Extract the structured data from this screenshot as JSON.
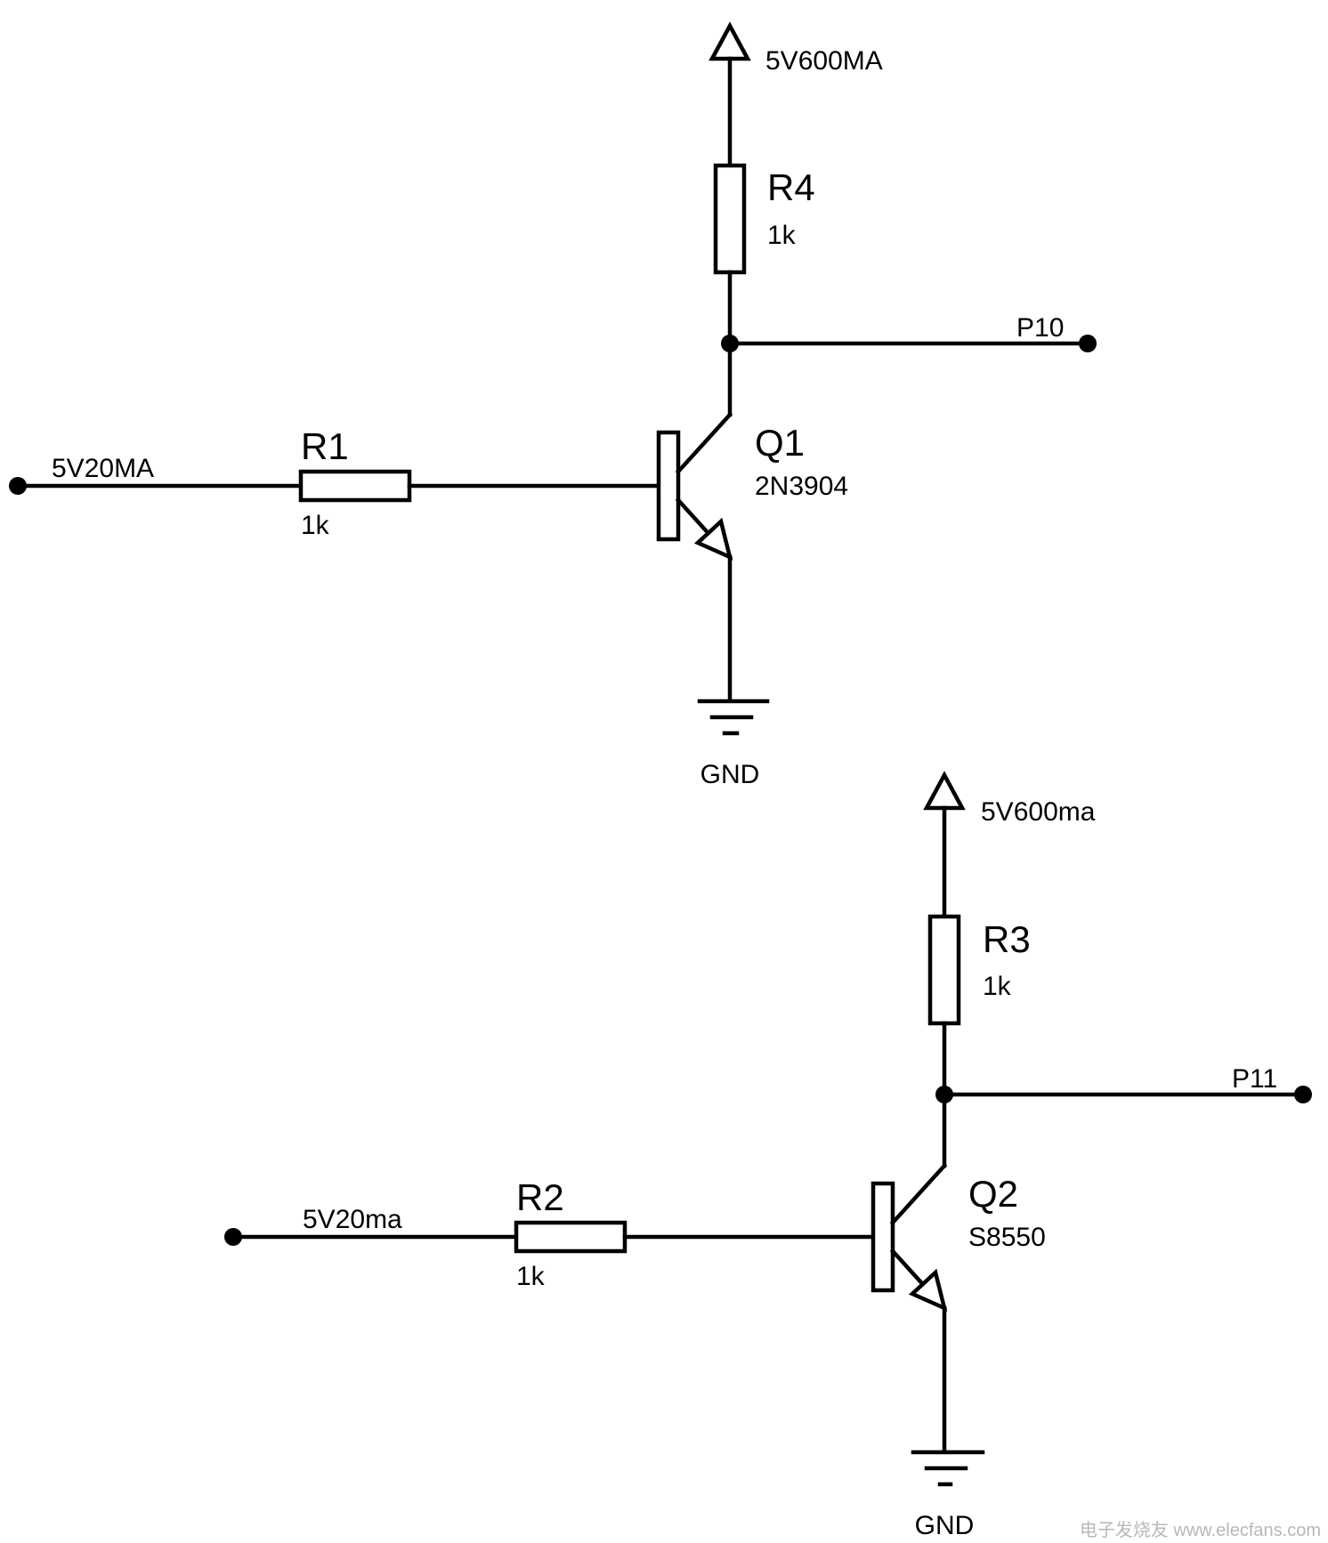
{
  "circuit_top": {
    "supply_label": "5V600MA",
    "collector_resistor": {
      "ref": "R4",
      "value": "1k"
    },
    "output_label": "P10",
    "input_label": "5V20MA",
    "base_resistor": {
      "ref": "R1",
      "value": "1k"
    },
    "transistor": {
      "ref": "Q1",
      "part": "2N3904"
    },
    "ground_label": "GND"
  },
  "circuit_bottom": {
    "supply_label": "5V600ma",
    "collector_resistor": {
      "ref": "R3",
      "value": "1k"
    },
    "output_label": "P11",
    "input_label": "5V20ma",
    "base_resistor": {
      "ref": "R2",
      "value": "1k"
    },
    "transistor": {
      "ref": "Q2",
      "part": "S8550"
    },
    "ground_label": "GND"
  },
  "watermark": "电子发烧友 www.elecfans.com",
  "colors": {
    "ink": "#000000",
    "background": "#ffffff"
  }
}
